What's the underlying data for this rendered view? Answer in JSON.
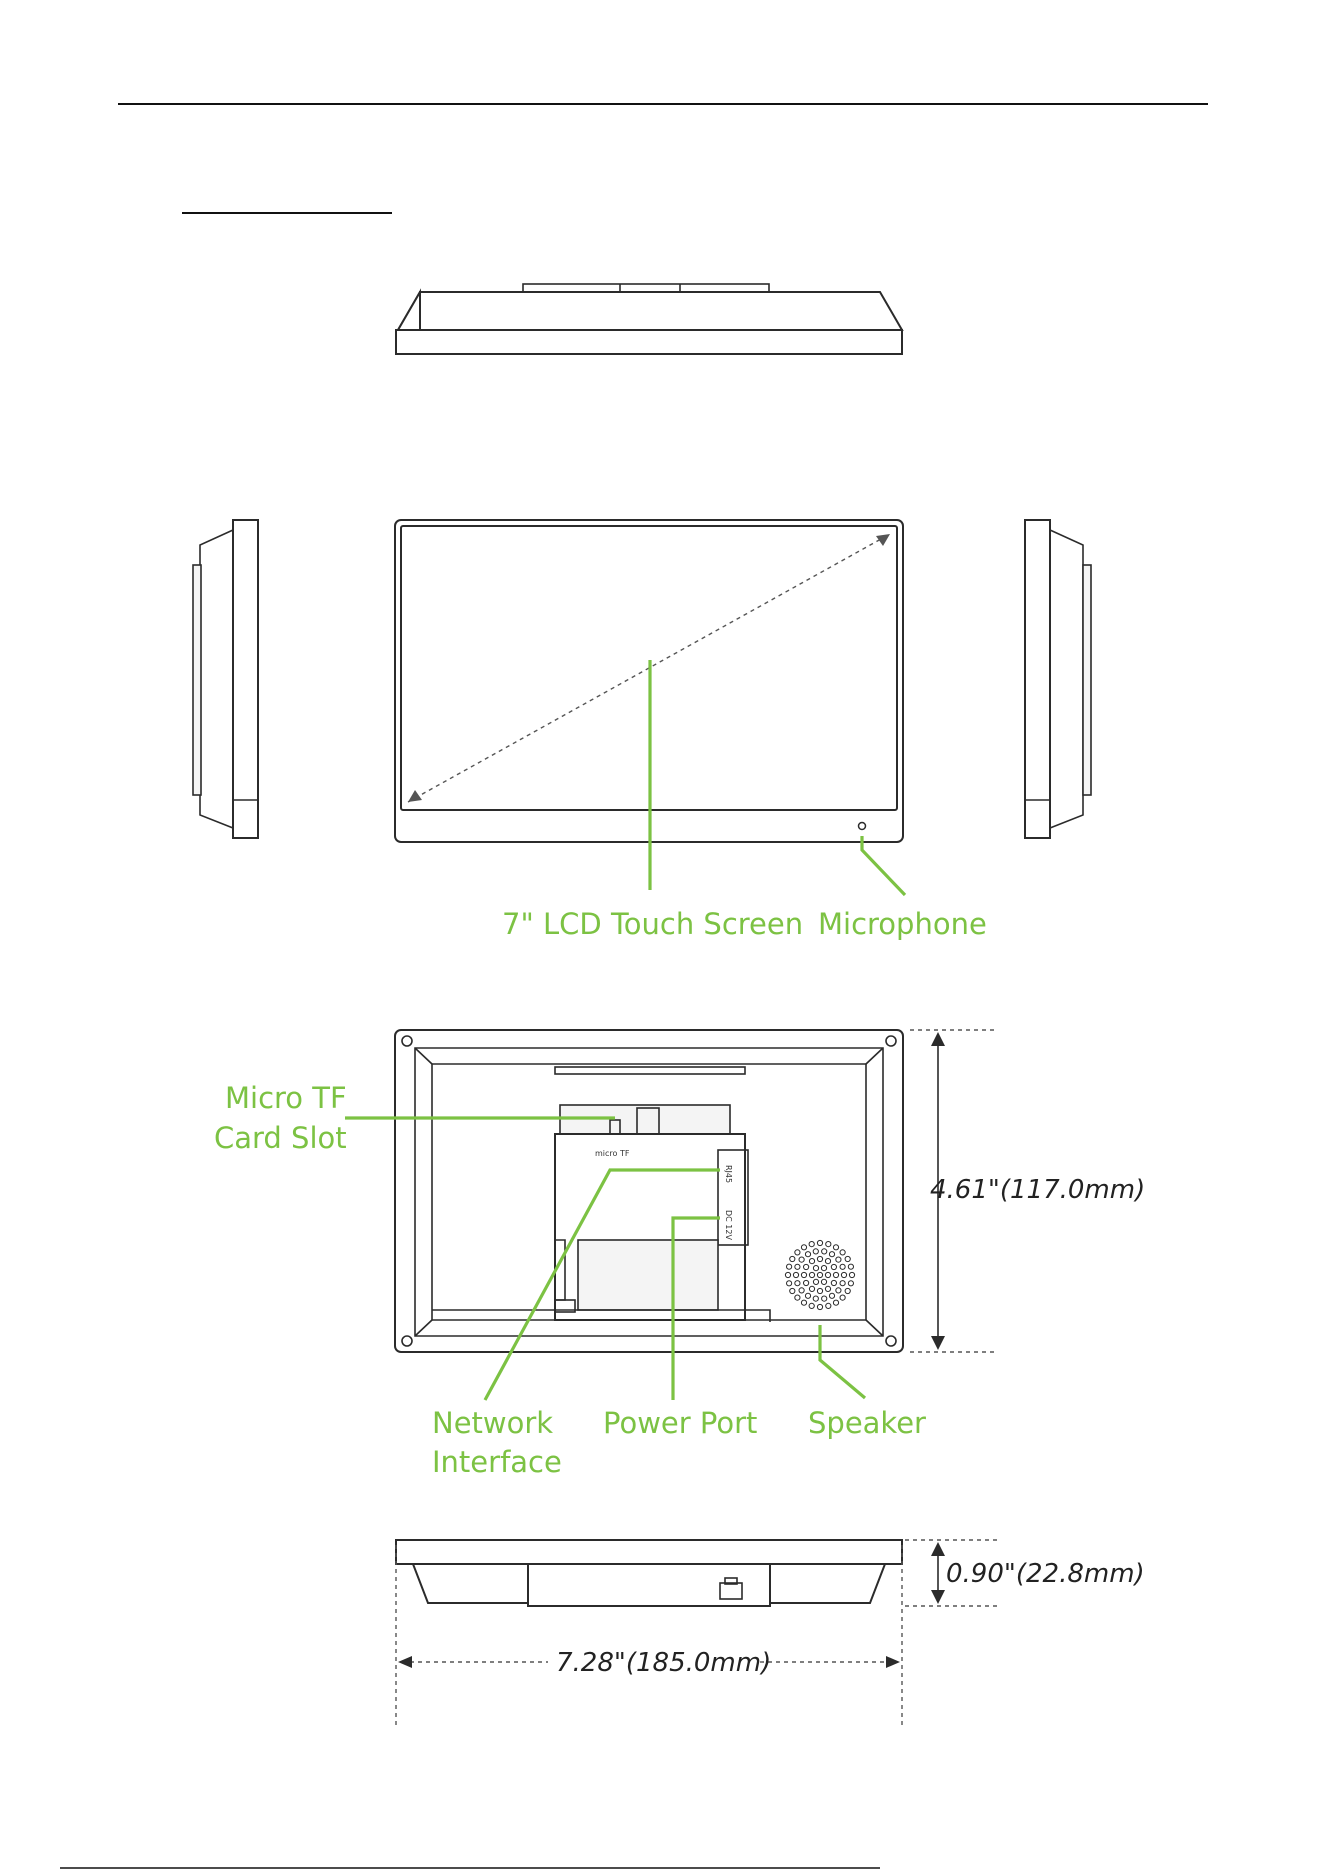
{
  "labels": {
    "touch_screen": "7\" LCD Touch Screen",
    "microphone": "Microphone",
    "micro_tf_line1": "Micro TF",
    "micro_tf_line2": "Card Slot",
    "network_line1": "Network",
    "network_line2": "Interface",
    "power_port": "Power Port",
    "speaker": "Speaker"
  },
  "dimensions": {
    "height": "4.61\"(117.0mm)",
    "depth": "0.90\"(22.8mm)",
    "width": "7.28\"(185.0mm)"
  },
  "port_markings": {
    "micro_tf": "micro TF",
    "rj45": "RJ45",
    "dc": "DC 12V"
  },
  "colors": {
    "callout": "#7cc243",
    "outline": "#2b2b2b"
  }
}
